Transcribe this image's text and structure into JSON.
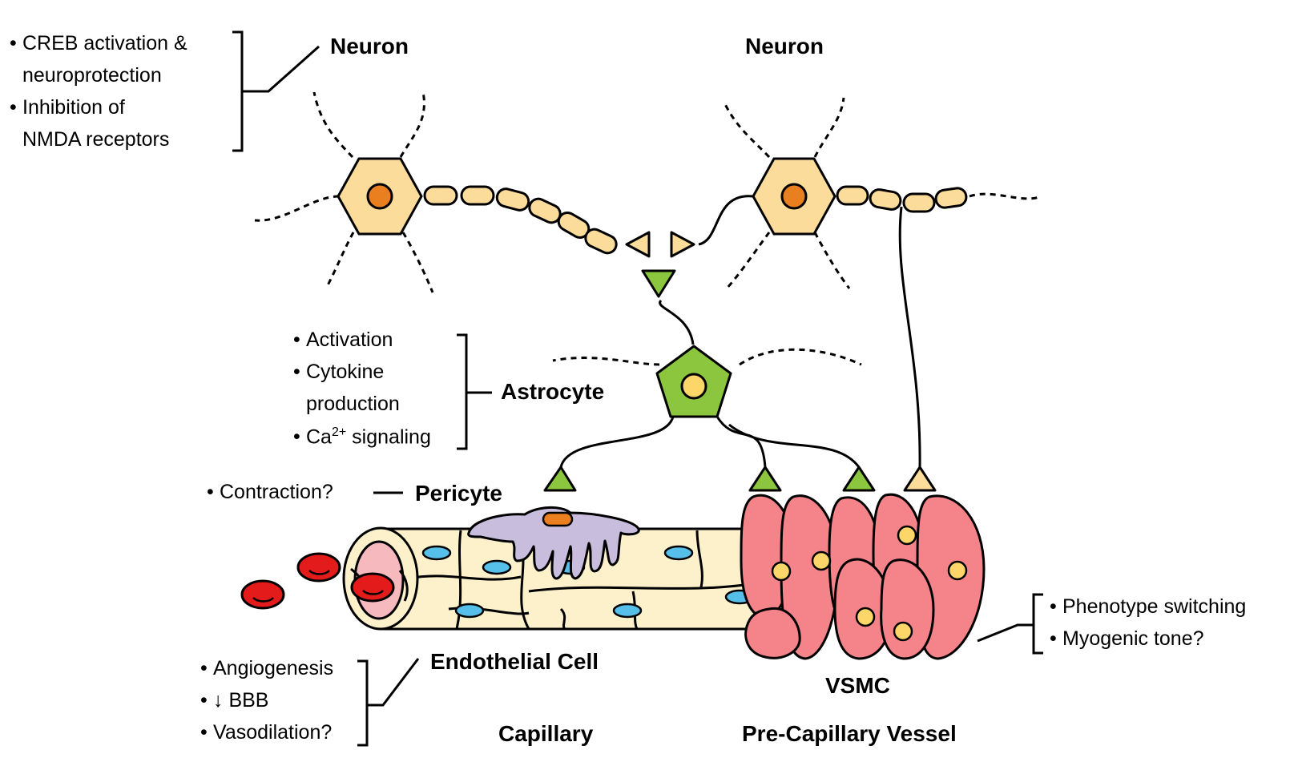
{
  "labels": {
    "neuron_left": "Neuron",
    "neuron_right": "Neuron",
    "astrocyte": "Astrocyte",
    "pericyte": "Pericyte",
    "endothelial": "Endothelial Cell",
    "vsmc": "VSMC",
    "capillary": "Capillary",
    "precapillary": "Pre-Capillary Vessel"
  },
  "neuron_notes": [
    "CREB activation &",
    "neuroprotection",
    "Inhibition of",
    "NMDA receptors"
  ],
  "astrocyte_notes": [
    "Activation",
    "Cytokine",
    "production",
    "Ca",
    "2+",
    "signaling"
  ],
  "pericyte_notes": [
    "Contraction?"
  ],
  "endothelial_notes": [
    "Angiogenesis",
    "↓ BBB",
    "Vasodilation?"
  ],
  "vsmc_notes": [
    "Phenotype switching",
    "Myogenic tone?"
  ],
  "colors": {
    "neuron_body": "#fcdc9b",
    "neuron_nucleus": "#e97f1f",
    "astrocyte": "#8cc63e",
    "astrocyte_nucleus": "#fdd66a",
    "vessel": "#fdf1cc",
    "endo_nucleus": "#56c0ea",
    "pericyte": "#c9bddd",
    "vsmc": "#f4848a",
    "rbc": "#e31b1b",
    "lumen": "#f6b9be"
  }
}
